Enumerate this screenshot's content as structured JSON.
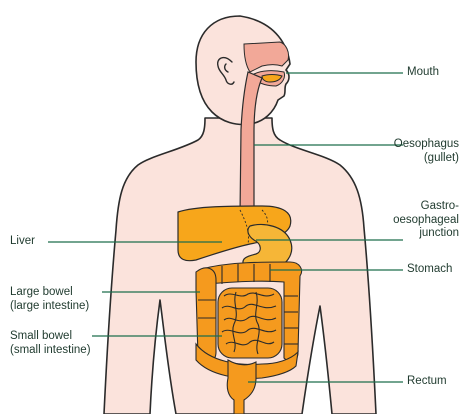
{
  "labels": {
    "mouth": "Mouth",
    "oesophagus": [
      "Oesophagus",
      "(gullet)"
    ],
    "gastro": [
      "Gastro-",
      "oesophageal",
      "junction"
    ],
    "liver": "Liver",
    "stomach": "Stomach",
    "large_bowel": [
      "Large bowel",
      "(large intestine)"
    ],
    "small_bowel": [
      "Small bowel",
      "(small intestine)"
    ],
    "rectum": "Rectum"
  },
  "colors": {
    "skin": "#fbe3dc",
    "outline": "#2b2b2b",
    "leader": "#1e6e4c",
    "oesophagus": "#f2a898",
    "liver": "#f7a61b",
    "stomach": "#f6b637",
    "bowel": "#f59a1e",
    "label_text": "#1f3a2e"
  }
}
